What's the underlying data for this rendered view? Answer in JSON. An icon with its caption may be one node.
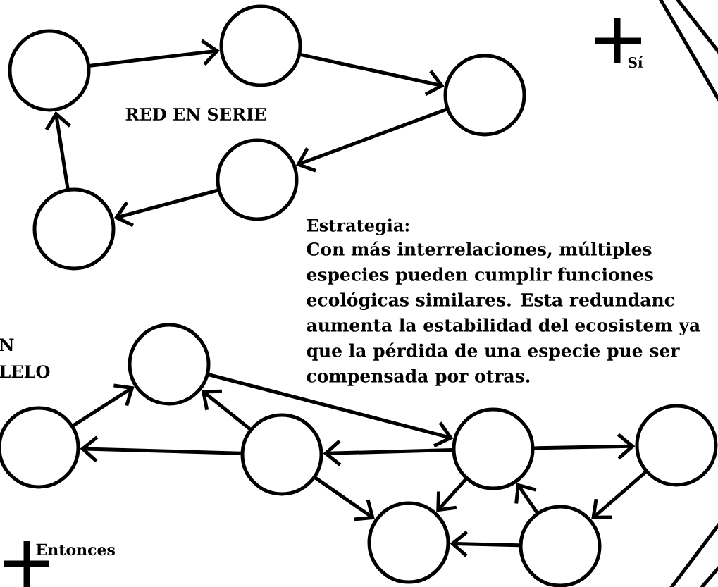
{
  "diagram": {
    "nodes": [
      {
        "text": [],
        "shape": "circle"
      },
      {
        "text": [],
        "shape": "circle"
      },
      {
        "text": [],
        "shape": "circle"
      },
      {
        "text": [],
        "shape": "circle"
      },
      {
        "text": [],
        "shape": "circle"
      },
      {
        "text": [],
        "shape": "circle"
      },
      {
        "text": [],
        "shape": "circle"
      },
      {
        "text": [],
        "shape": "circle"
      },
      {
        "text": [],
        "shape": "circle"
      },
      {
        "text": [],
        "shape": "circle"
      },
      {
        "text": [],
        "shape": "circle"
      },
      {
        "text": [],
        "shape": "circle"
      }
    ],
    "edges": [
      {
        "from": 0,
        "to": 1,
        "arrow": "to"
      },
      {
        "from": 1,
        "to": 2,
        "arrow": "to"
      },
      {
        "from": 2,
        "to": 3,
        "arrow": "to"
      },
      {
        "from": 3,
        "to": 4,
        "arrow": "to"
      },
      {
        "from": 4,
        "to": 0,
        "arrow": "to"
      },
      {
        "from": 5,
        "to": 6,
        "arrow": "to"
      },
      {
        "from": 7,
        "to": 6,
        "arrow": "to"
      },
      {
        "from": 6,
        "to": 8,
        "arrow": "to"
      },
      {
        "from": 7,
        "to": 5,
        "arrow": "to"
      },
      {
        "from": 8,
        "to": 7,
        "arrow": "to"
      },
      {
        "from": 8,
        "to": 9,
        "arrow": "to"
      },
      {
        "from": 7,
        "to": 10,
        "arrow": "to"
      },
      {
        "from": 8,
        "to": 10,
        "arrow": "to"
      },
      {
        "from": 9,
        "to": 11,
        "arrow": "to"
      },
      {
        "from": 11,
        "to": 8,
        "arrow": "to"
      },
      {
        "from": 11,
        "to": 10,
        "arrow": "to"
      }
    ],
    "labels": [
      "Sí",
      "RED EN SERIE",
      "Estrategia:",
      "Con más interrelaciones, múltiples especies pueden cumplir funciones ecológicas similares. Esta redundanc aumenta la estabilidad del ecosistem ya que la pérdida de una especie pue ser compensada por otras.",
      "N LELO",
      "Entonces"
    ]
  }
}
